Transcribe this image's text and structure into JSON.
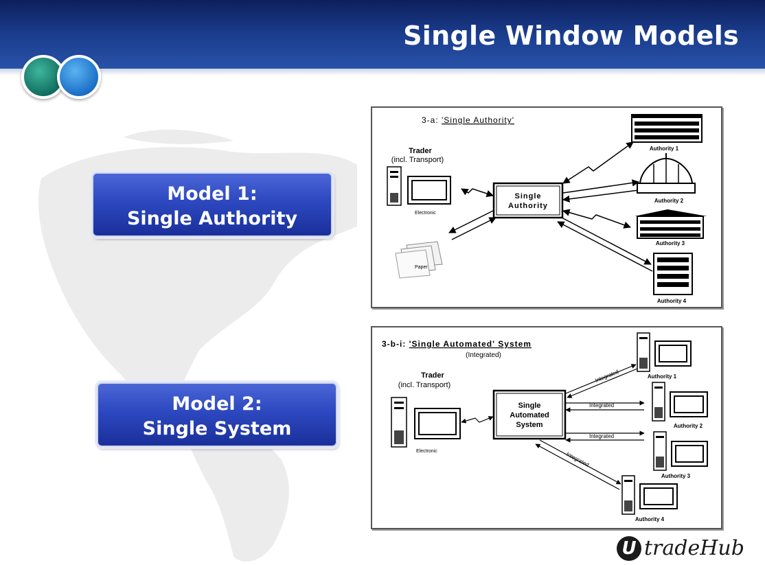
{
  "title": "Single Window Models",
  "model1": {
    "line1": "Model 1:",
    "line2": "Single Authority"
  },
  "model2": {
    "line1": "Model 2:",
    "line2": "Single System"
  },
  "diagram_a": {
    "heading_prefix": "3-a: ",
    "heading_underlined": "'Single Authority'",
    "trader_line1": "Trader",
    "trader_line2": "(incl. Transport)",
    "electronic": "Electronic",
    "paper": "Paper",
    "hub_line1": "Single",
    "hub_line2": "Authority",
    "authorities": [
      "Authority 1",
      "Authority 2",
      "Authority 3",
      "Authority 4"
    ]
  },
  "diagram_b": {
    "heading_prefix": "3-b-i: ",
    "heading_underlined": "'Single Automated' System",
    "subheading": "(Integrated)",
    "trader_line1": "Trader",
    "trader_line2": "(incl. Transport)",
    "electronic": "Electronic",
    "hub_line1": "Single",
    "hub_line2": "Automated",
    "hub_line3": "System",
    "link_label": "Integrated",
    "authorities": [
      "Authority 1",
      "Authority 2",
      "Authority 3",
      "Authority 4"
    ]
  },
  "logo": {
    "mark": "U",
    "text": "tradeHub"
  }
}
